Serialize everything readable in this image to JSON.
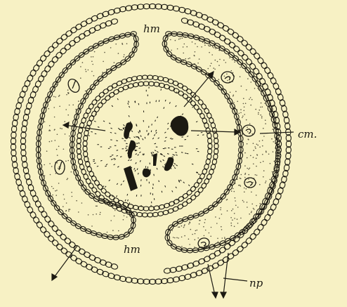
{
  "palette": {
    "background": "#f7f1c4",
    "ink": "#1c1a12",
    "stipple": "#5a5540"
  },
  "labels": {
    "hm_top": "hm",
    "hm_bottom": "hm",
    "cm": "cm.",
    "np": "np"
  }
}
